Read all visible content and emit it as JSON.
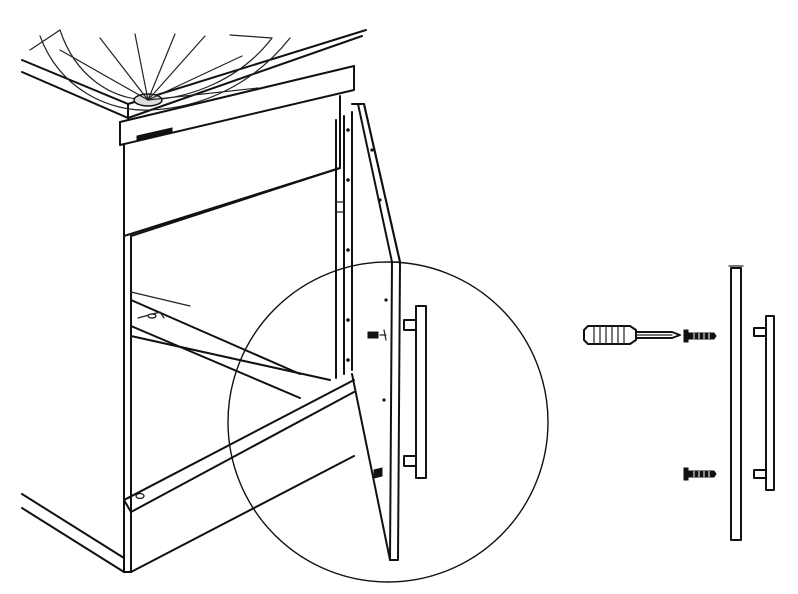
{
  "figure": {
    "type": "assembly-instruction-illustration",
    "components": [
      {
        "name": "vanity-cabinet",
        "icon": "cabinet-icon"
      },
      {
        "name": "basin",
        "icon": "sink-basin-icon"
      },
      {
        "name": "open-door",
        "icon": "door-icon"
      },
      {
        "name": "door-handle-mounted",
        "icon": "bar-handle-icon"
      },
      {
        "name": "detail-magnifier",
        "icon": "magnifier-circle-icon"
      },
      {
        "name": "screwdriver",
        "icon": "screwdriver-icon"
      },
      {
        "name": "screw-top",
        "icon": "screw-icon"
      },
      {
        "name": "screw-bottom",
        "icon": "screw-icon"
      },
      {
        "name": "door-edge-exploded",
        "icon": "door-edge-icon"
      },
      {
        "name": "bar-handle-exploded",
        "icon": "bar-handle-icon"
      }
    ],
    "colors": {
      "line": "#111111",
      "background": "#ffffff"
    }
  }
}
